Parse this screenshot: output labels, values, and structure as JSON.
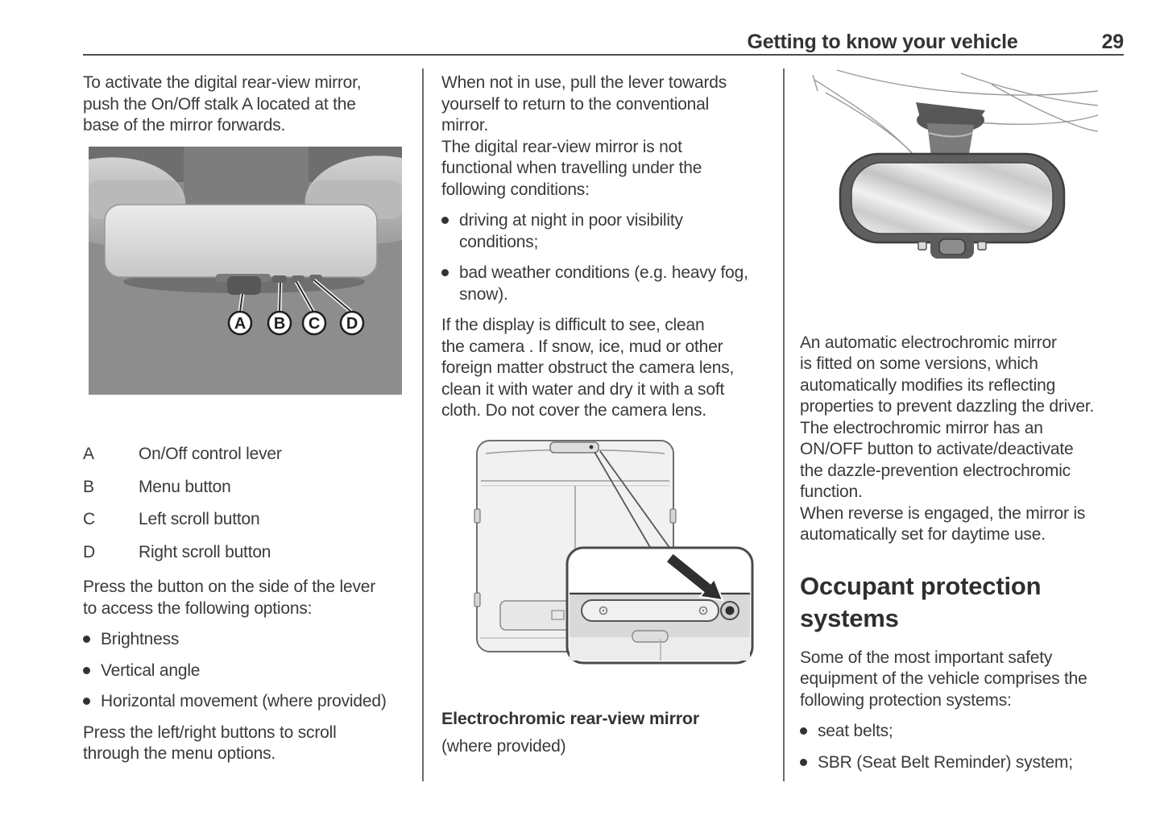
{
  "header": {
    "title": "Getting to know your vehicle",
    "page": "29"
  },
  "col1": {
    "para1": "To activate the digital rear-view mirror,\npush the On/Off stalk A located at the\nbase of the mirror forwards.",
    "image_callouts": [
      "A",
      "B",
      "C",
      "D"
    ],
    "legend": [
      {
        "key": "A",
        "label": "On/Off control lever"
      },
      {
        "key": "B",
        "label": "Menu button"
      },
      {
        "key": "C",
        "label": "Left scroll button"
      },
      {
        "key": "D",
        "label": "Right scroll button"
      }
    ],
    "para2": "Press the button on the side of the lever\nto access the following options:",
    "bullets": [
      "Brightness",
      "Vertical angle",
      "Horizontal movement (where provided)"
    ],
    "para3": "Press the left/right buttons to scroll\nthrough the menu options."
  },
  "col2": {
    "para1": "When not in use, pull the lever towards\nyourself to return to the conventional\nmirror.\nThe digital rear-view mirror is not\nfunctional when travelling under the\nfollowing conditions:",
    "bullets": [
      "driving at night in poor visibility\nconditions;",
      "bad weather conditions (e.g. heavy fog,\nsnow)."
    ],
    "para2": "If the display is difficult to see, clean\nthe camera . If snow, ice, mud or other\nforeign matter obstruct the camera lens,\nclean it with water and dry it with a soft\ncloth. Do not cover the camera lens.",
    "caption_title": "Electrochromic rear-view mirror",
    "caption_sub": "(where provided)"
  },
  "col3": {
    "para1": "An automatic electrochromic mirror\nis fitted on some versions, which\nautomatically modifies its reflecting\nproperties to prevent dazzling the driver.\nThe electrochromic mirror has an\nON/OFF button to activate/deactivate\nthe dazzle-prevention electrochromic\nfunction.\nWhen reverse is engaged, the mirror is\nautomatically set for daytime use.",
    "heading": "Occupant protection\nsystems",
    "para2": "Some of the most important safety\nequipment of the vehicle comprises the\nfollowing protection systems:",
    "bullets": [
      "seat belts;",
      "SBR (Seat Belt Reminder) system;"
    ]
  },
  "colors": {
    "text": "#3a3a3a",
    "rule": "#4c4c4c",
    "photo_background": "#8d8d8d"
  }
}
